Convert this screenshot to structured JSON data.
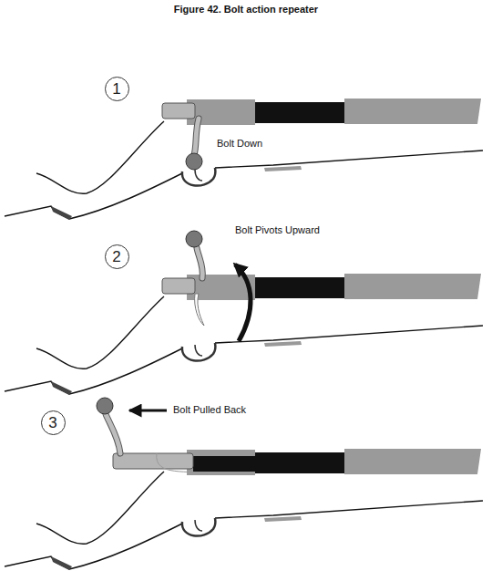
{
  "diagram": {
    "title": "Figure 42. Bolt action repeater",
    "nodes": [
      {
        "text": [
          "1"
        ]
      },
      {
        "text": [
          "2"
        ]
      },
      {
        "text": [
          "3"
        ]
      }
    ],
    "labels": [
      "Bolt Down",
      "Bolt Pivots Upward",
      "Bolt Pulled Back"
    ]
  }
}
